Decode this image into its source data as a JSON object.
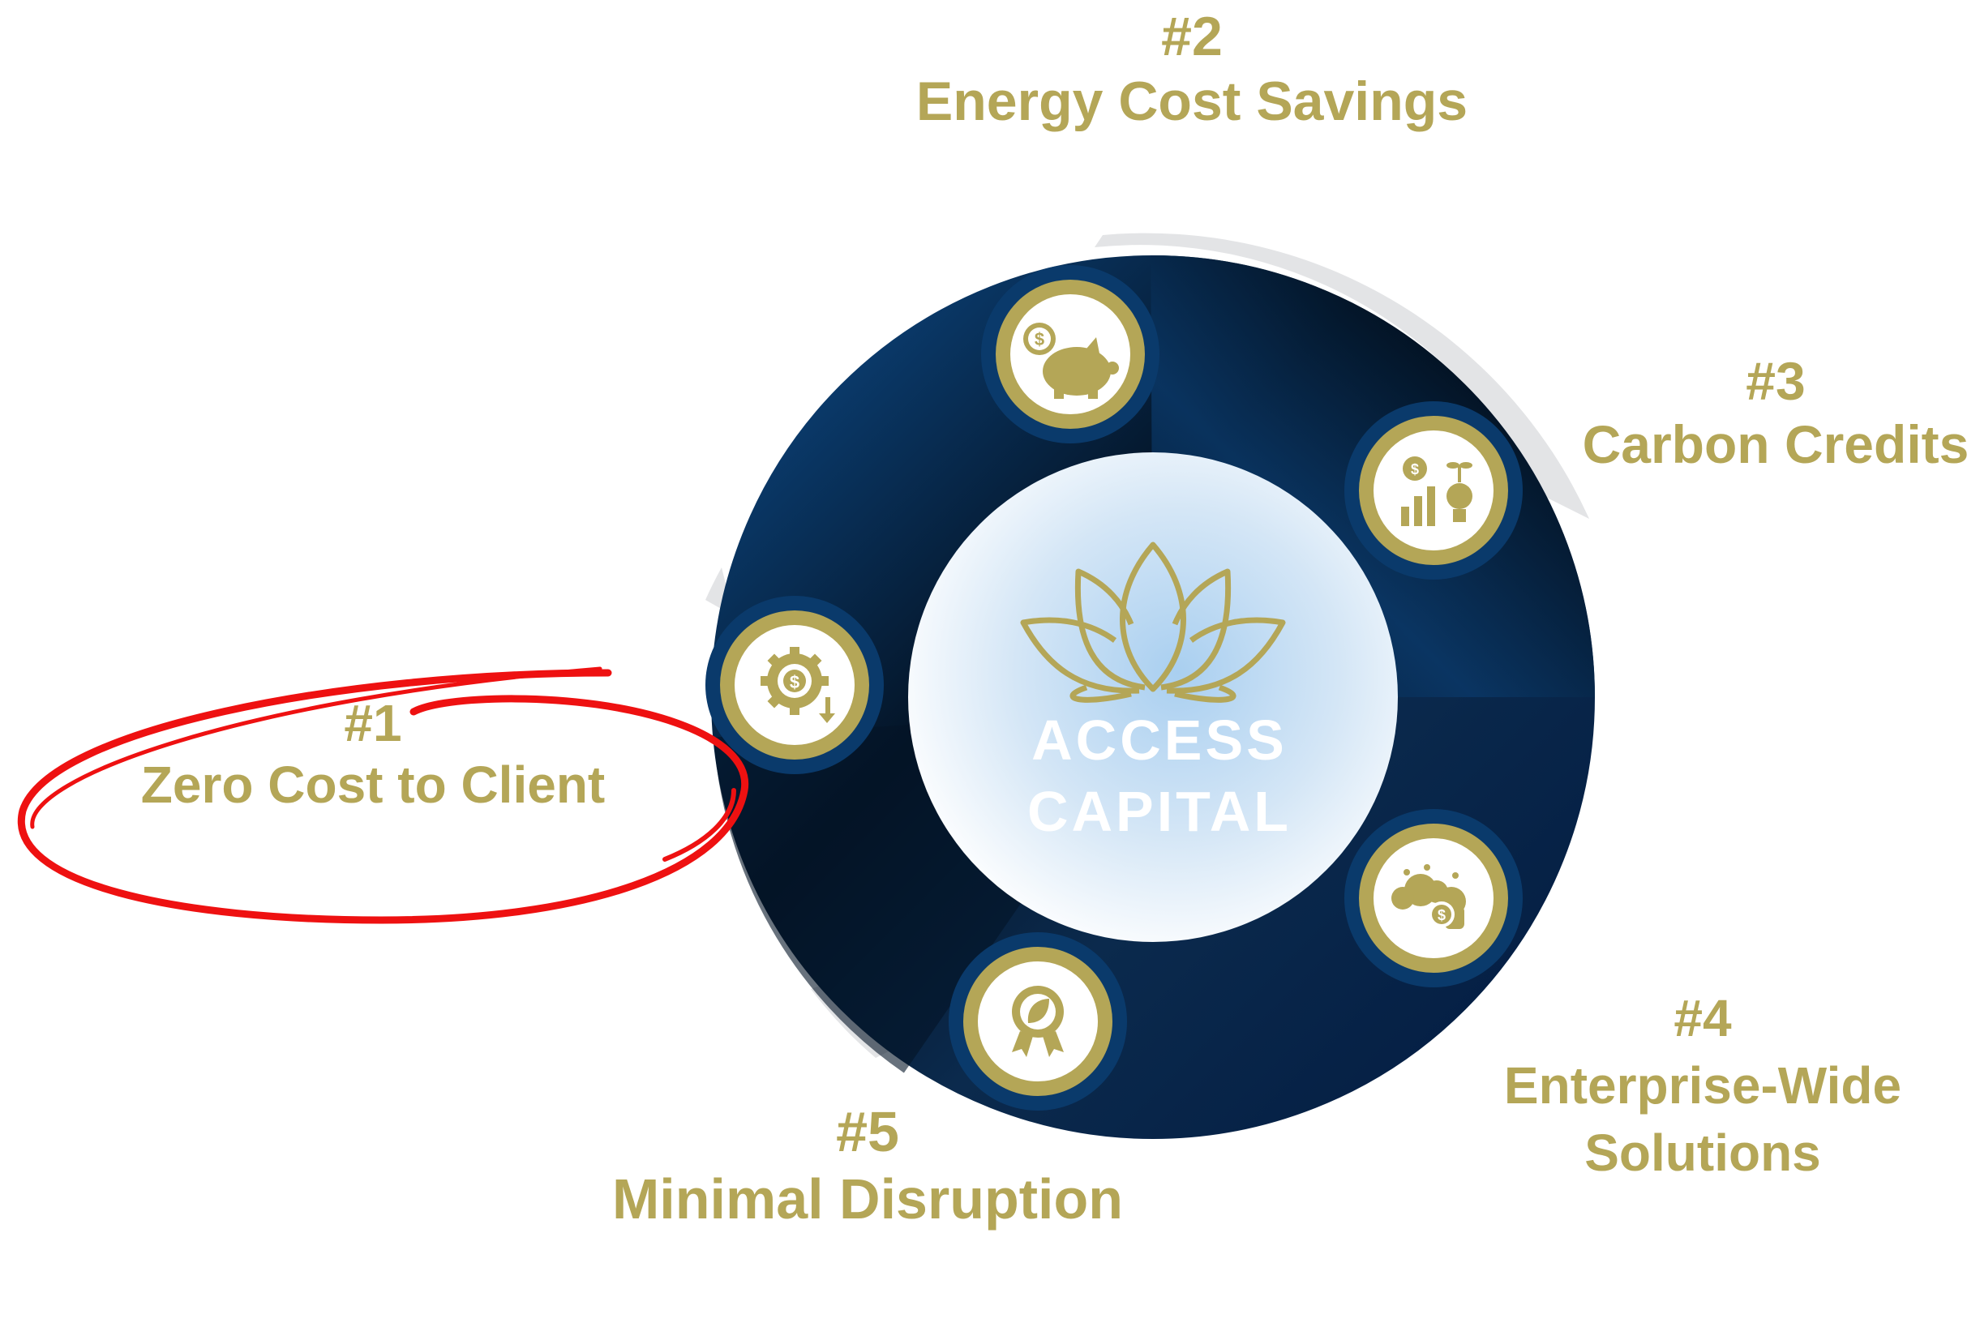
{
  "diagram": {
    "brand": {
      "line1": "ACCESS",
      "line2": "CAPITAL"
    },
    "steps": [
      {
        "number": "#1",
        "title": "Zero Cost to Client",
        "icon": "gear-dollar-icon"
      },
      {
        "number": "#2",
        "title": "Energy Cost Savings",
        "icon": "piggy-bank-icon"
      },
      {
        "number": "#3",
        "title": "Carbon Credits",
        "icon": "bar-chart-bulb-icon"
      },
      {
        "number": "#4",
        "title_line1": "Enterprise-Wide",
        "title_line2": "Solutions",
        "icon": "coins-icon"
      },
      {
        "number": "#5",
        "title": "Minimal Disruption",
        "icon": "eco-badge-icon"
      }
    ],
    "colors": {
      "ring_dark": "#071b33",
      "ring_blue": "#0a3a6b",
      "gold": "#b4a657",
      "center_blue": "#a9cff0",
      "highlight_red": "#ee1111"
    }
  }
}
